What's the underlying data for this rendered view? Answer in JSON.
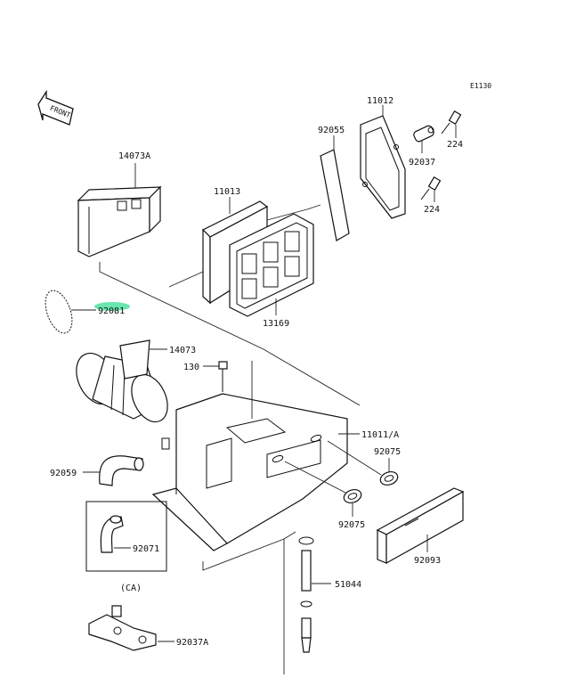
{
  "diagram_code": "E1130",
  "front_label": "FRONT",
  "highlighted_part": "92081",
  "parts": [
    {
      "id": "p-11012",
      "label": "11012"
    },
    {
      "id": "p-92055",
      "label": "92055"
    },
    {
      "id": "p-224a",
      "label": "224"
    },
    {
      "id": "p-224b",
      "label": "224"
    },
    {
      "id": "p-92037",
      "label": "92037"
    },
    {
      "id": "p-14073A",
      "label": "14073A"
    },
    {
      "id": "p-11013",
      "label": "11013"
    },
    {
      "id": "p-13169",
      "label": "13169"
    },
    {
      "id": "p-92081",
      "label": "92081"
    },
    {
      "id": "p-14073",
      "label": "14073"
    },
    {
      "id": "p-130",
      "label": "130"
    },
    {
      "id": "p-11011A",
      "label": "11011/A"
    },
    {
      "id": "p-92075a",
      "label": "92075"
    },
    {
      "id": "p-92075b",
      "label": "92075"
    },
    {
      "id": "p-92059",
      "label": "92059"
    },
    {
      "id": "p-92071",
      "label": "92071"
    },
    {
      "id": "p-CA",
      "label": "(CA)"
    },
    {
      "id": "p-92093",
      "label": "92093"
    },
    {
      "id": "p-51044",
      "label": "51044"
    },
    {
      "id": "p-92037A",
      "label": "92037A"
    }
  ]
}
